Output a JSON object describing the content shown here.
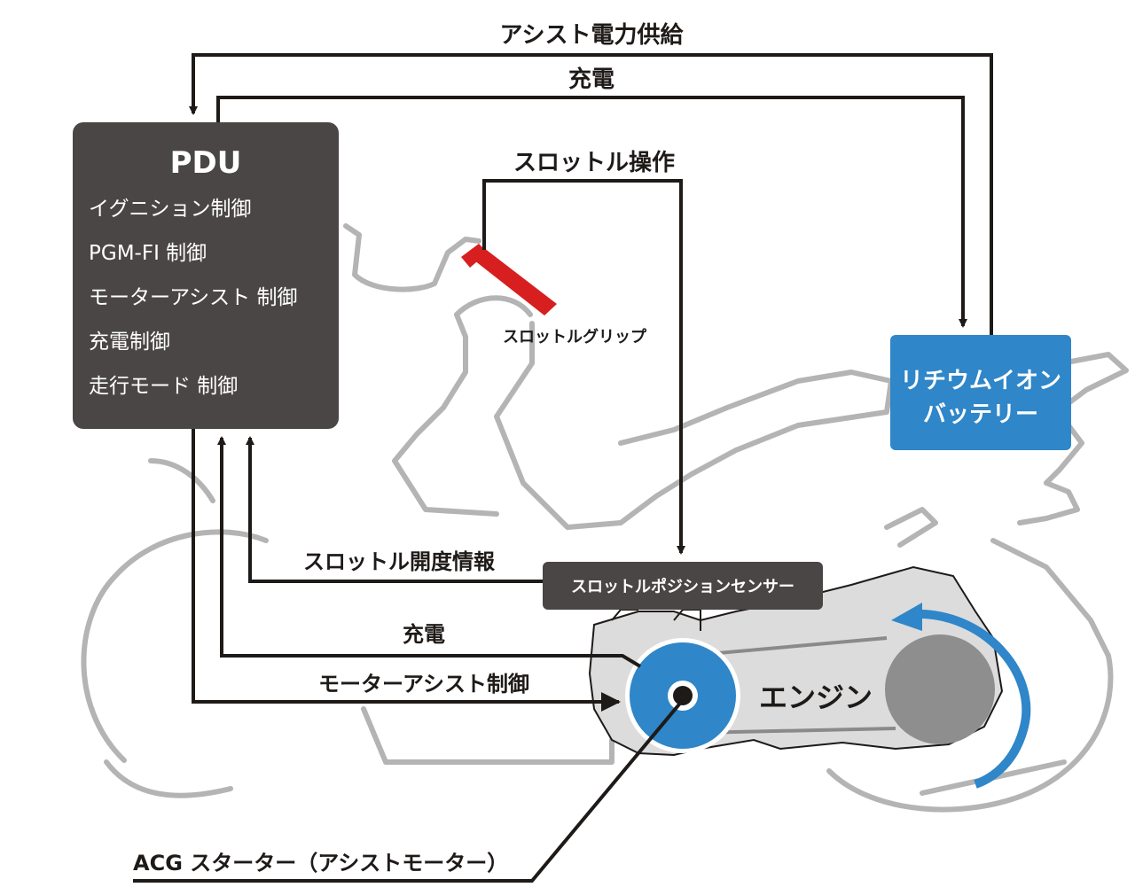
{
  "colors": {
    "pdu_box": "#4a4645",
    "battery_box": "#2f86c8",
    "sensor_box": "#4a4645",
    "arrow": "#1e1a18",
    "grip": "#d71f1f",
    "acg_blue": "#2f86c8",
    "engine_gray": "#dcdcdc",
    "outline_gray": "#b4b4b4"
  },
  "pdu": {
    "title": "PDU",
    "items": [
      "イグニション制御",
      "PGM-FI 制御",
      "モーターアシスト 制御",
      "充電制御",
      "走行モード 制御"
    ]
  },
  "battery": {
    "line1": "リチウムイオン",
    "line2": "バッテリー"
  },
  "sensor": {
    "label": "スロットルポジションセンサー"
  },
  "grip": {
    "label": "スロットルグリップ"
  },
  "engine": {
    "label": "エンジン"
  },
  "acg": {
    "label": "ACG スターター（アシストモーター）"
  },
  "arrows": {
    "assist_power": "アシスト電力供給",
    "charge_top": "充電",
    "throttle_op": "スロットル操作",
    "throttle_info": "スロットル開度情報",
    "charge_bottom": "充電",
    "motor_assist": "モーターアシスト制御"
  }
}
